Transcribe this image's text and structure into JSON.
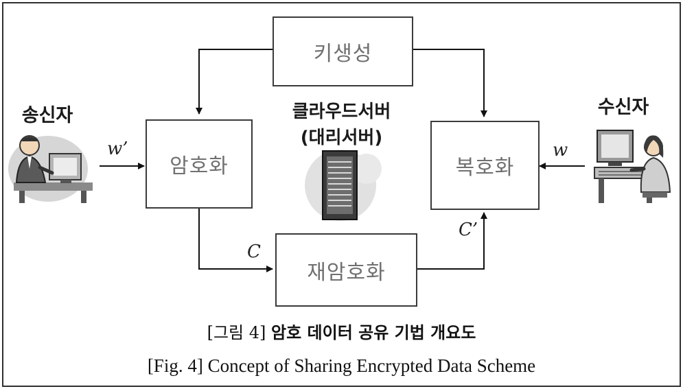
{
  "nodes": {
    "keygen": "키생성",
    "encrypt": "암호화",
    "reencrypt": "재암호화",
    "decrypt": "복호화"
  },
  "actors": {
    "sender": "송신자",
    "receiver": "수신자",
    "server_line1": "클라우드서버",
    "server_line2": "(대리서버)"
  },
  "variables": {
    "w_prime": "w’",
    "w": "w",
    "c": "C",
    "c_prime": "C’"
  },
  "captions": {
    "korean_bracket": "[그림 4]",
    "korean_title": "암호 데이터 공유 기법 개요도",
    "english": "[Fig. 4] Concept of Sharing Encrypted Data Scheme"
  },
  "icons": [
    "sender-person-computer-icon",
    "server-tower-icon",
    "receiver-person-computer-icon"
  ]
}
